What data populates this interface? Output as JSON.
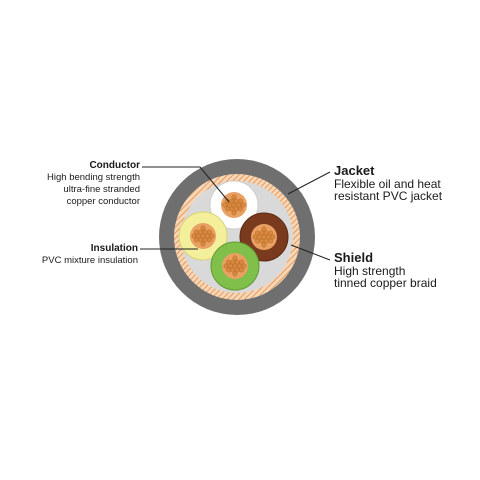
{
  "labels": {
    "conductor": {
      "title": "Conductor",
      "lines": [
        "High bending strength",
        "ultra-fine stranded",
        "copper conductor"
      ]
    },
    "insulation": {
      "title": "Insulation",
      "lines": [
        "PVC mixture insulation"
      ]
    },
    "jacket": {
      "title": "Jacket",
      "lines": [
        "Flexible oil and heat",
        "resistant PVC jacket"
      ]
    },
    "shield": {
      "title": "Shield",
      "lines": [
        "High strength",
        "tinned copper braid"
      ]
    }
  },
  "colors": {
    "jacket": "#6f6f6f",
    "braid": "#e79a5b",
    "filler": "#dcdcdc",
    "core_white": "#ffffff",
    "core_yellow": "#f4ef9a",
    "core_brown": "#7a3a1e",
    "core_green": "#7fbf4a",
    "copper": "#d9893d"
  },
  "cores": [
    "white",
    "yellow",
    "brown",
    "green"
  ]
}
